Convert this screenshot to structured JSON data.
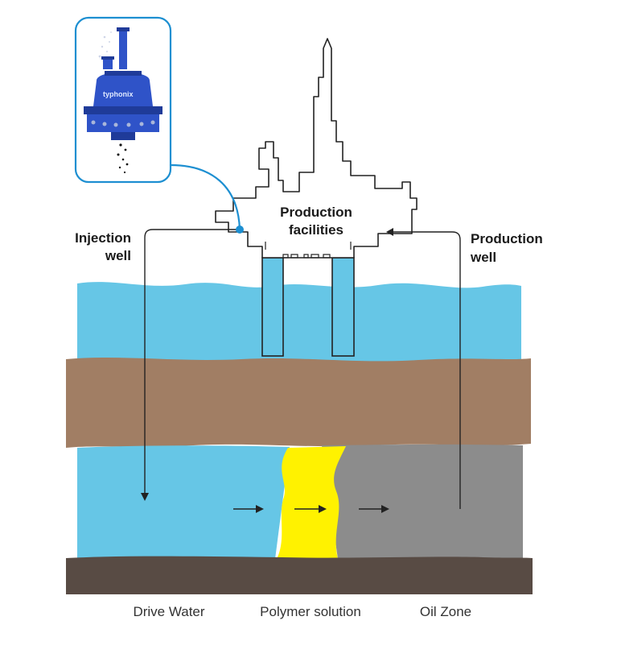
{
  "labels": {
    "production_facilities_line1": "Production",
    "production_facilities_line2": "facilities",
    "injection_well_line1": "Injection",
    "injection_well_line2": "well",
    "production_well_line1": "Production",
    "production_well_line2": "well",
    "drive_water": "Drive Water",
    "polymer_solution": "Polymer solution",
    "oil_zone": "Oil Zone"
  },
  "device": {
    "brand": "typhonix"
  },
  "colors": {
    "sea": "#66c6e6",
    "rock": "#a17e64",
    "base_rock": "#584b44",
    "polymer": "#fff200",
    "oil": "#8c8c8c",
    "drive_water": "#66c6e6",
    "device_blue": "#2f53c8",
    "callout_blue": "#1d8fd1"
  }
}
